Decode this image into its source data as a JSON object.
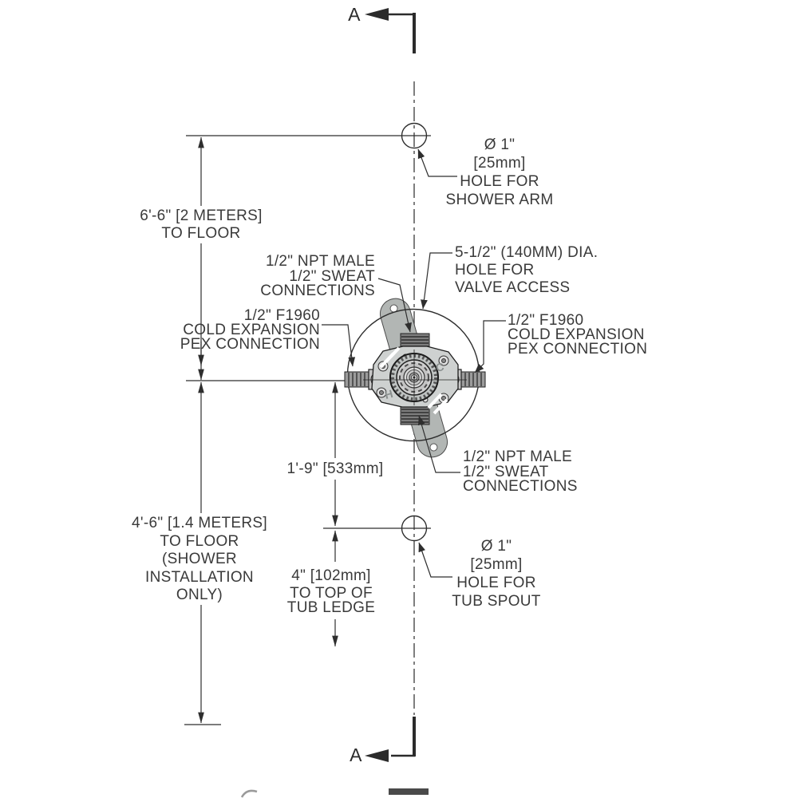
{
  "section": {
    "top_label": "A",
    "bottom_label": "A"
  },
  "dims": {
    "shower_arm": {
      "lines": [
        "6'-6\" [2 METERS]",
        "TO FLOOR"
      ]
    },
    "valve_height": {
      "lines": [
        "4'-6\" [1.4 METERS]",
        "TO FLOOR",
        "(SHOWER",
        "INSTALLATION",
        "ONLY)"
      ]
    },
    "valve_to_spout": {
      "lines": [
        "1'-9\" [533mm]"
      ]
    },
    "spout_to_ledge": {
      "lines": [
        "4\" [102mm]",
        "TO TOP OF",
        "TUB LEDGE"
      ]
    }
  },
  "callouts": {
    "shower_arm_hole": {
      "lines": [
        "Ø 1\"",
        "[25mm]",
        "HOLE FOR",
        "SHOWER ARM"
      ]
    },
    "valve_access": {
      "lines": [
        "5-1/2\" (140MM) DIA.",
        "HOLE FOR",
        "VALVE ACCESS"
      ]
    },
    "top_connection": {
      "lines": [
        "1/2\" NPT MALE",
        "1/2\" SWEAT",
        "CONNECTIONS"
      ]
    },
    "left_pex": {
      "lines": [
        "1/2\" F1960",
        "COLD EXPANSION",
        "PEX CONNECTION"
      ]
    },
    "right_pex": {
      "lines": [
        "1/2\" F1960",
        "COLD EXPANSION",
        "PEX CONNECTION"
      ]
    },
    "bottom_connection": {
      "lines": [
        "1/2\" NPT MALE",
        "1/2\" SWEAT",
        "CONNECTIONS"
      ]
    },
    "tub_spout_hole": {
      "lines": [
        "Ø 1\"",
        "[25mm]",
        "HOLE FOR",
        "TUB SPOUT"
      ]
    }
  },
  "valve": {
    "hot_marking": "H",
    "cold_marking": "C"
  },
  "colors": {
    "line": "#2e2e2e",
    "text": "#3a3a3a",
    "bracket": "#b2b6b4",
    "valve_body": "#ced1d0",
    "threads": "#7d7d7d"
  }
}
